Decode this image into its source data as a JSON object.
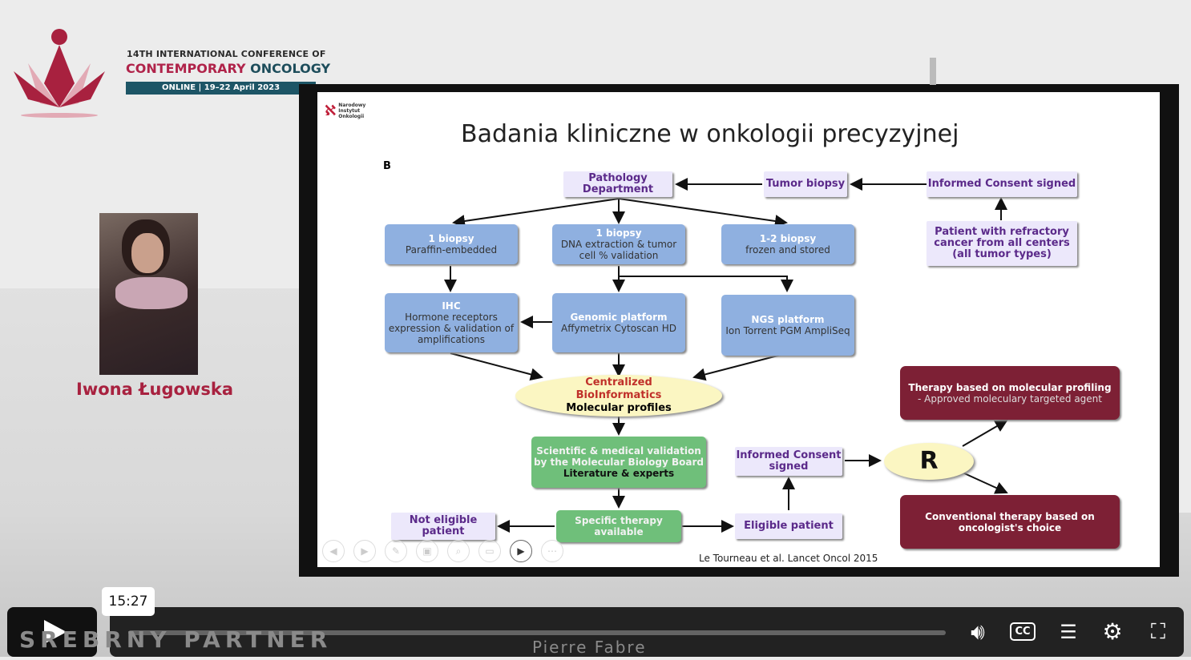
{
  "conference": {
    "line1": "14TH INTERNATIONAL CONFERENCE OF",
    "line2a": "CONTEMPORARY",
    "line2b": "ONCOLOGY",
    "dates": "ONLINE | 19–22 April 2023"
  },
  "speaker": {
    "name": "Iwona Ługowska"
  },
  "slide": {
    "logo_text": "Narodowy Instytut Onkologii",
    "title": "Badania kliniczne w onkologii precyzyjnej",
    "panel_label": "B",
    "nodes": {
      "pathology": "Pathology Department",
      "tumor_biopsy": "Tumor biopsy",
      "consent_top": "Informed Consent signed",
      "patient": "Patient with refractory cancer from all centers (all tumor types)",
      "b1_h": "1 biopsy",
      "b1_s": "Paraffin-embedded",
      "b2_h": "1 biopsy",
      "b2_s": "DNA extraction & tumor cell % validation",
      "b3_h": "1-2 biopsy",
      "b3_s": "frozen and stored",
      "ihc_h": "IHC",
      "ihc_s": "Hormone receptors expression & validation of amplifications",
      "gen_h": "Genomic  platform",
      "gen_s": "Affymetrix Cytoscan HD",
      "ngs_h": "NGS platform",
      "ngs_s": "Ion Torrent PGM AmpliSeq",
      "bio_1": "Centralized",
      "bio_2": "BioInformatics",
      "bio_3": "Molecular profiles",
      "sci_1": "Scientific  & medical validation by the Molecular Biology Board",
      "sci_2": "Literature & experts",
      "specific": "Specific therapy available",
      "not_eligible": "Not eligible patient",
      "eligible": "Eligible patient",
      "consent_mid": "Informed Consent signed",
      "r": "R",
      "therapy_mol": "Therapy based on molecular profiling",
      "therapy_mol_sub": "- Approved moleculary targeted agent",
      "therapy_conv": "Conventional therapy based on oncologist's choice"
    },
    "citation": "Le Tourneau et al. Lancet Oncol 2015"
  },
  "watermarks": {
    "partner": "SREBRNY PARTNER",
    "sponsor": "Pierre Fabre"
  },
  "player": {
    "time_tooltip": "15:27",
    "progress": 0.0
  }
}
